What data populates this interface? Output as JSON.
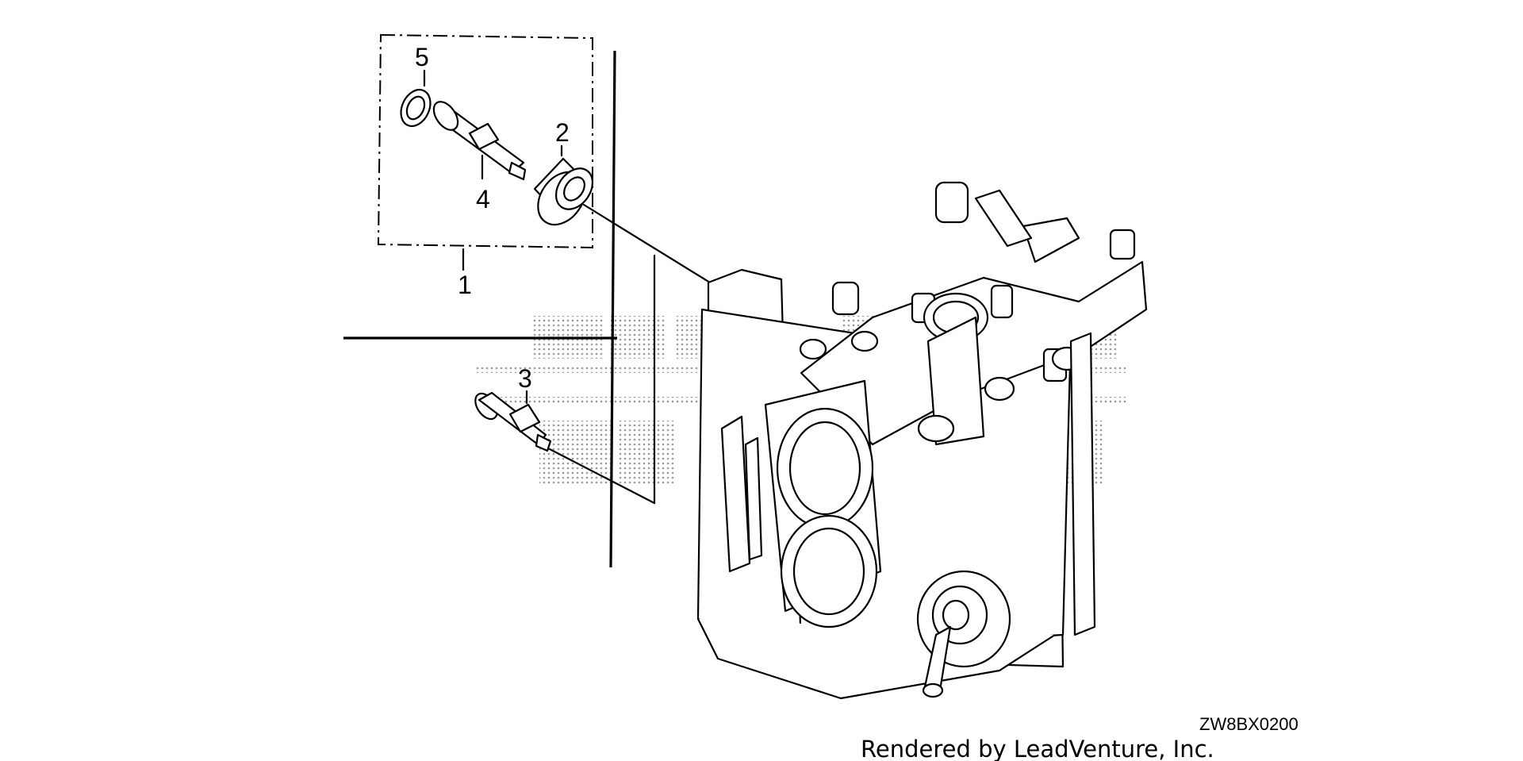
{
  "callouts": {
    "part_1": "1",
    "part_2": "2",
    "part_3": "3",
    "part_4": "4",
    "part_5": "5"
  },
  "diagram_code": "ZW8BX0200",
  "credit": "Rendered by LeadVenture, Inc.",
  "colors": {
    "line": "#000000",
    "background": "#ffffff",
    "watermark": "#bdbdbd"
  },
  "icons": {
    "watermark": "dotted-watermark-logo"
  }
}
